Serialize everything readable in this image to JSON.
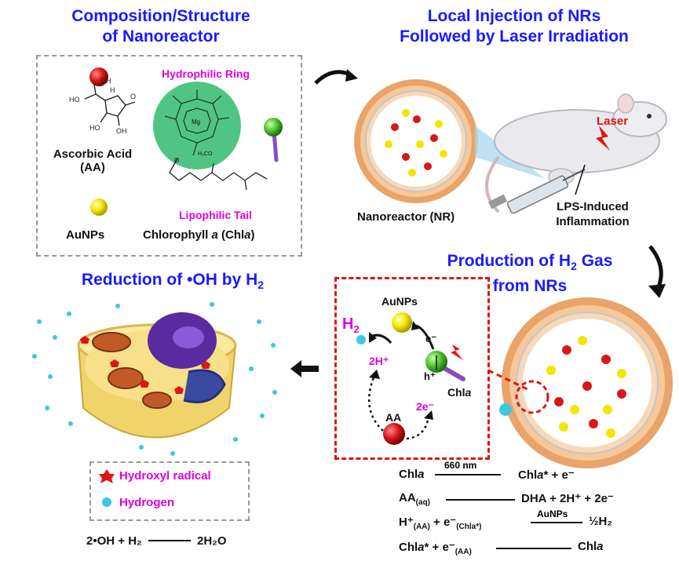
{
  "titles": {
    "composition_line1": "Composition/Structure",
    "composition_line2": "of Nanoreactor",
    "injection_line1": "Local Injection of NRs",
    "injection_line2": "Followed by Laser Irradiation",
    "production_line1": "Production of H",
    "production_sub": "2",
    "production_line1_end": " Gas",
    "production_line2": "from NRs",
    "reduction": "Reduction of •OH by H",
    "reduction_sub": "2"
  },
  "composition": {
    "ascorbic_line1": "Ascorbic Acid",
    "ascorbic_line2": "(AA)",
    "aunps": "AuNPs",
    "chlorophyll": "Chlorophyll ",
    "chlorophyll_a": "a",
    "chlorophyll_paren": " (Chl",
    "chlorophyll_close": ")",
    "hydrophilic": "Hydrophilic Ring",
    "lipophilic": "Lipophilic Tail",
    "mg": "Mg",
    "oh": "OH",
    "ho": "HO",
    "o": "O",
    "h": "H",
    "ester": "H₃CO",
    "oo": "O"
  },
  "injection": {
    "nanoreactor": "Nanoreactor (NR)",
    "laser": "Laser",
    "lps_line1": "LPS-Induced",
    "lps_line2": "Inflammation"
  },
  "mechanism": {
    "aunps": "AuNPs",
    "h2": "H",
    "h2_sub": "2",
    "two_h": "2H⁺",
    "e_minus": "e⁻",
    "h_plus": "h⁺",
    "chla": "Chl",
    "chla_a": "a",
    "two_e": "2e⁻",
    "aa": "AA"
  },
  "legend": {
    "hydroxyl": "Hydroxyl radical",
    "hydrogen": "Hydrogen"
  },
  "equations": {
    "reduction_left": "2•OH + H₂",
    "reduction_right": "2H₂O",
    "eq1_left": "Chl",
    "eq1_left_a": "a",
    "eq1_above": "660 nm",
    "eq1_right": "Chl",
    "eq1_right_a": "a",
    "eq1_right_end": "* + e⁻",
    "eq2_left": "AA",
    "eq2_left_sub": "(aq)",
    "eq2_right": "DHA + 2H⁺ + 2e⁻",
    "eq3_left": "H⁺",
    "eq3_left_sub": "(AA)",
    "eq3_mid": " + e⁻",
    "eq3_mid_sub": "(Chla*)",
    "eq3_above": "AuNPs",
    "eq3_right": "½H₂",
    "eq4_left": "Chl",
    "eq4_left_a": "a",
    "eq4_mid": "* + e⁻",
    "eq4_mid_sub": "(AA)",
    "eq4_right": "Chl",
    "eq4_right_a": "a"
  },
  "colors": {
    "title_blue": "#1a1aff",
    "magenta": "#e000e0",
    "red_dash": "#e01515",
    "green_ring": "#3dbf75",
    "gold": "#f2e600",
    "ascorbic_red": "#d81818",
    "hydrogen_cyan": "#3cc8e0"
  }
}
